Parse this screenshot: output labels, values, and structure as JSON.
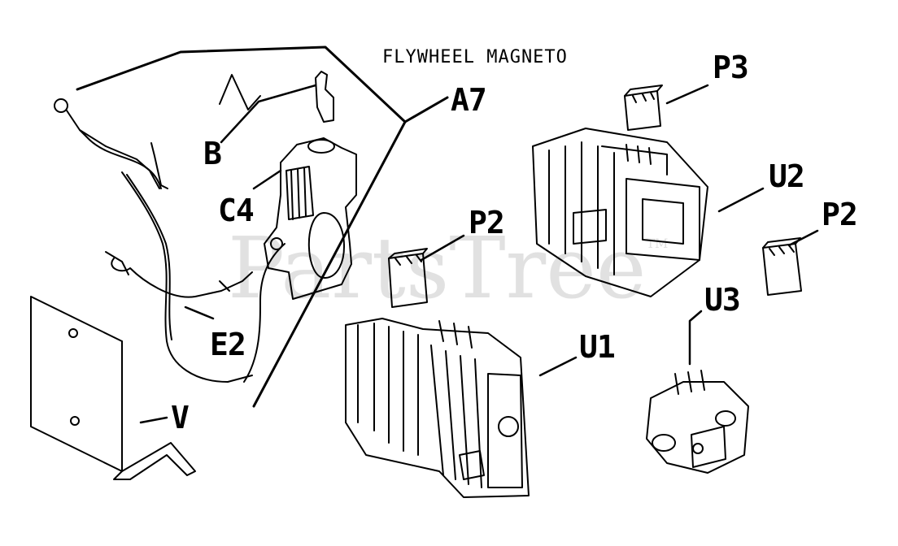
{
  "diagram": {
    "title": "FLYWHEEL MAGNETO",
    "watermark": "PartsTree",
    "watermark_mark": "TM",
    "callouts": {
      "a7": "A7",
      "b": "B",
      "c4": "C4",
      "e2": "E2",
      "v": "V",
      "p2_left": "P2",
      "p3": "P3",
      "u2": "U2",
      "p2_right": "P2",
      "u3": "U3",
      "u1": "U1"
    }
  },
  "colors": {
    "ink": "#000000",
    "paper": "#ffffff",
    "watermark": "#c9c9c9"
  }
}
